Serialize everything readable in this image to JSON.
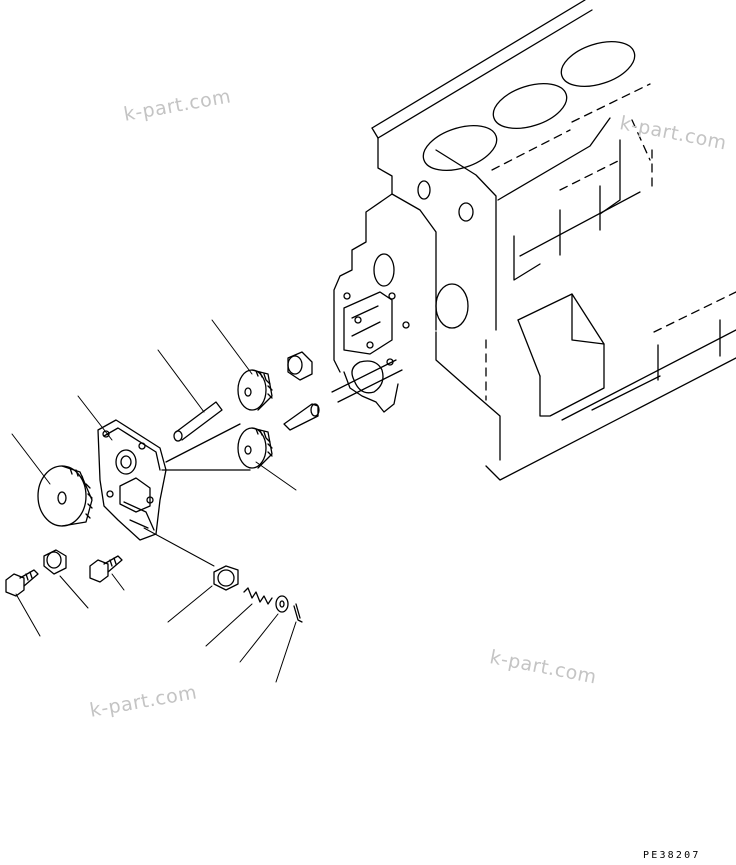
{
  "watermarks": [
    "k-part.com",
    "k-part.com",
    "k-part.com",
    "k-part.com"
  ],
  "drawing_code": "PE38207"
}
